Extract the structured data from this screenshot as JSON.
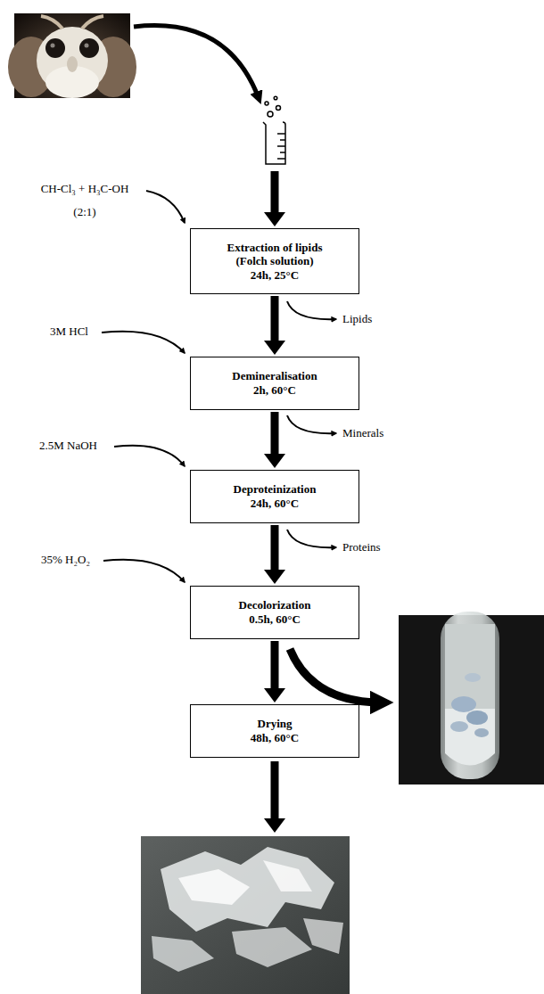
{
  "diagram": {
    "nodes": [
      {
        "text": [
          "Extraction of lipids (Folch solution)",
          "24h, 25°C"
        ]
      },
      {
        "text": [
          "Demineralisation",
          "2h, 60°C"
        ]
      },
      {
        "text": [
          "Deproteinization",
          "24h, 60°C"
        ]
      },
      {
        "text": [
          "Decolorization",
          "0.5h, 60°C"
        ]
      },
      {
        "text": [
          "Drying",
          "48h, 60°C"
        ]
      }
    ],
    "edges": [
      {
        "from": 0,
        "to": 1,
        "arrow": "to"
      },
      {
        "from": 1,
        "to": 2,
        "arrow": "to"
      },
      {
        "from": 2,
        "to": 3,
        "arrow": "to"
      },
      {
        "from": 3,
        "to": 4,
        "arrow": "to"
      }
    ],
    "labels": [
      "CH-Cl₃ + H₃C-OH",
      "(2:1)",
      "Lipids",
      "3M HCl",
      "Minerals",
      "2.5M NaOH",
      "Proteins",
      "35% H₂O₂"
    ]
  }
}
